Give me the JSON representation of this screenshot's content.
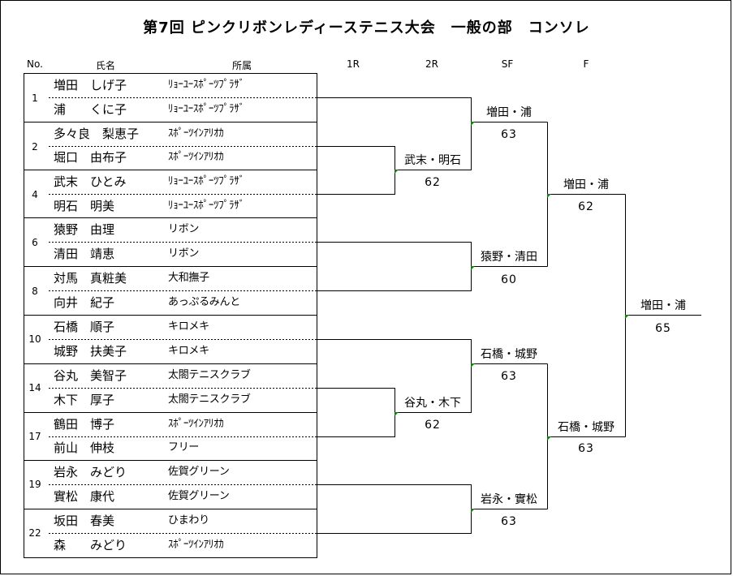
{
  "title": "第7回 ピンクリボンレディーステニス大会　一般の部　コンソレ",
  "headers": {
    "no": "No.",
    "name": "氏名",
    "affiliation": "所属",
    "r1": "1R",
    "r2": "2R",
    "sf": "SF",
    "f": "F"
  },
  "seeds": [
    "1",
    "2",
    "4",
    "6",
    "8",
    "10",
    "14",
    "17",
    "19",
    "22"
  ],
  "players": [
    {
      "name": "増田　しげ子",
      "aff": "ﾘｮｰﾕｰｽﾎﾟｰﾂﾌﾟﾗｻﾞ"
    },
    {
      "name": "浦　　くに子",
      "aff": "ﾘｮｰﾕｰｽﾎﾟｰﾂﾌﾟﾗｻﾞ"
    },
    {
      "name": "多々良　梨恵子",
      "aff": "ｽﾎﾟｰﾂｲﾝｱﾘｵｶ"
    },
    {
      "name": "堀口　由布子",
      "aff": "ｽﾎﾟｰﾂｲﾝｱﾘｵｶ"
    },
    {
      "name": "武末　ひとみ",
      "aff": "ﾘｮｰﾕｰｽﾎﾟｰﾂﾌﾟﾗｻﾞ"
    },
    {
      "name": "明石　明美",
      "aff": "ﾘｮｰﾕｰｽﾎﾟｰﾂﾌﾟﾗｻﾞ"
    },
    {
      "name": "猿野　由理",
      "aff": "リボン"
    },
    {
      "name": "清田　靖恵",
      "aff": "リボン"
    },
    {
      "name": "対馬　真粧美",
      "aff": "大和撫子"
    },
    {
      "name": "向井　紀子",
      "aff": "あっぷるみんと"
    },
    {
      "name": "石橋　順子",
      "aff": "キロメキ"
    },
    {
      "name": "城野　扶美子",
      "aff": "キロメキ"
    },
    {
      "name": "谷丸　美智子",
      "aff": "太閤テニスクラブ"
    },
    {
      "name": "木下　厚子",
      "aff": "太閤テニスクラブ"
    },
    {
      "name": "鶴田　博子",
      "aff": "ｽﾎﾟｰﾂｲﾝｱﾘｵｶ"
    },
    {
      "name": "前山　伸枝",
      "aff": "フリー"
    },
    {
      "name": "岩永　みどり",
      "aff": "佐賀グリーン"
    },
    {
      "name": "實松　康代",
      "aff": "佐賀グリーン"
    },
    {
      "name": "坂田　春美",
      "aff": "ひまわり"
    },
    {
      "name": "森　　みどり",
      "aff": "ｽﾎﾟｰﾂｲﾝｱﾘｵｶ"
    }
  ],
  "results": {
    "r2_a": {
      "winner": "武末・明石",
      "score": "62"
    },
    "r2_b": {
      "winner": "谷丸・木下",
      "score": "62"
    },
    "sf_1": {
      "winner": "増田・浦",
      "score": "63"
    },
    "sf_2": {
      "winner": "猿野・清田",
      "score": "60"
    },
    "sf_3": {
      "winner": "石橋・城野",
      "score": "63"
    },
    "sf_4": {
      "winner": "岩永・實松",
      "score": "63"
    },
    "f_1": {
      "winner": "増田・浦",
      "score": "62"
    },
    "f_2": {
      "winner": "石橋・城野",
      "score": "63"
    },
    "champion": {
      "winner": "増田・浦",
      "score": "65"
    }
  },
  "colors": {
    "marker": "#1a7a1a",
    "line": "#000000"
  }
}
